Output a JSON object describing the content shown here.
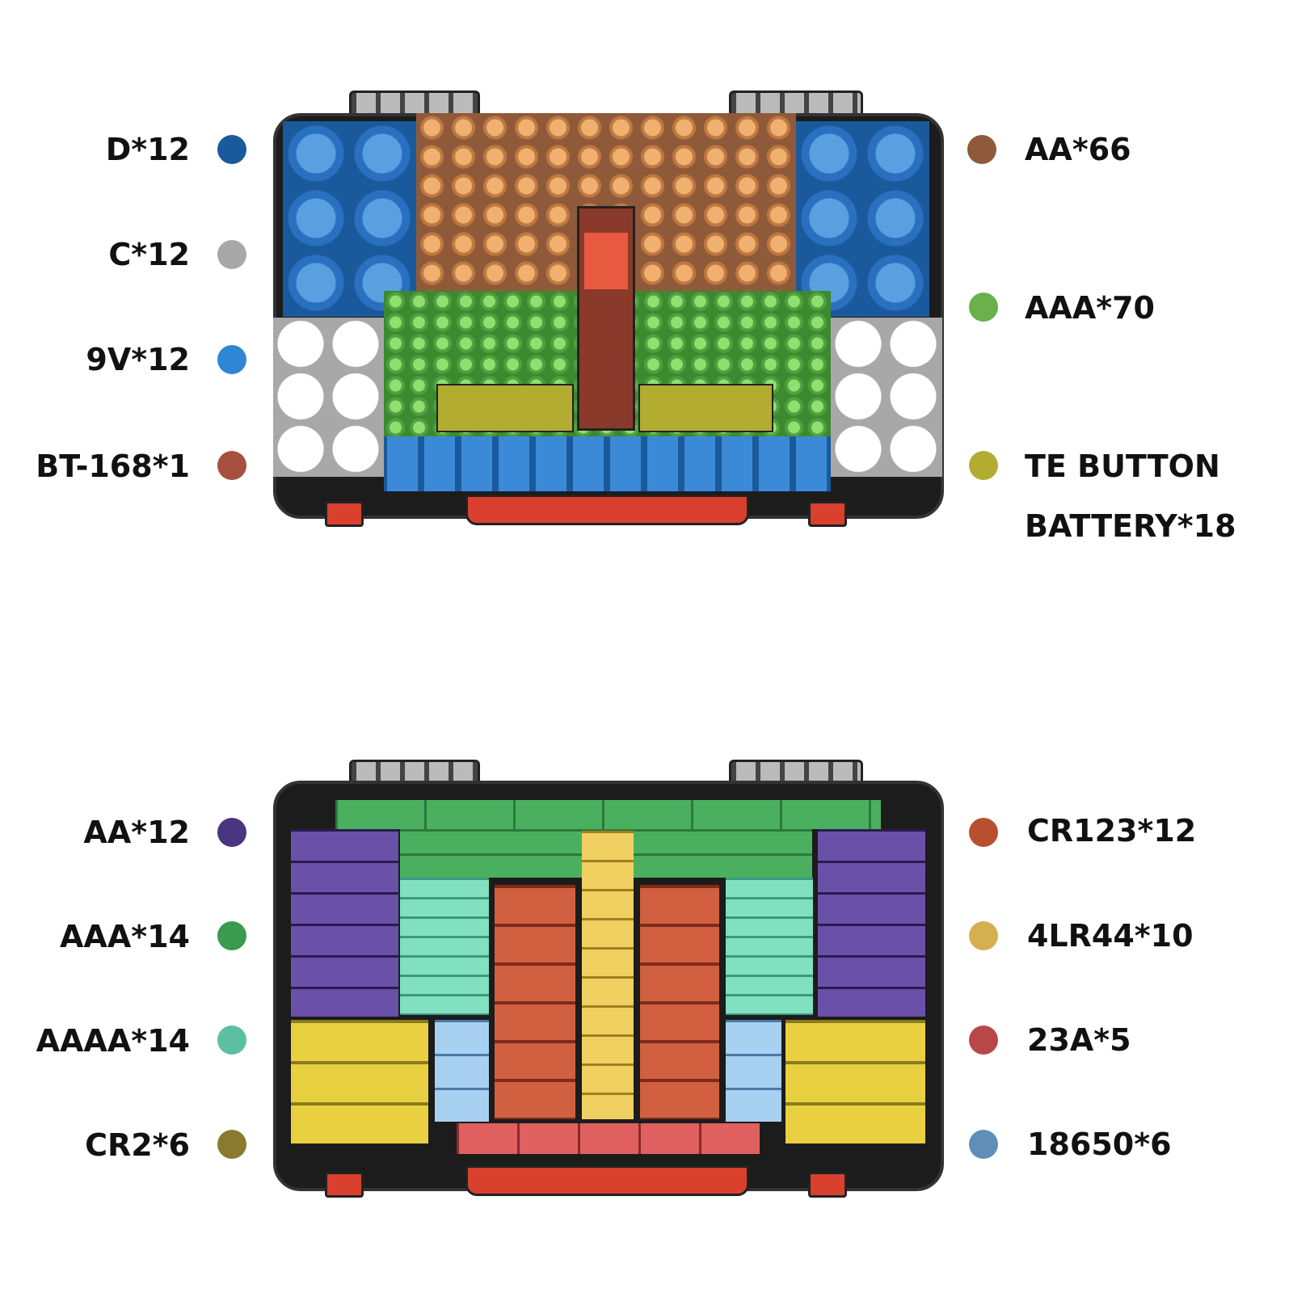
{
  "top_case": {
    "legend_left": [
      {
        "label": "D*12",
        "color": "#1a5a9c"
      },
      {
        "label": "C*12",
        "color": "#a8a8a8"
      },
      {
        "label": "9V*12",
        "color": "#2e86d4"
      },
      {
        "label": "BT-168*1",
        "color": "#a65040"
      }
    ],
    "legend_right": [
      {
        "label": "AA*66",
        "color": "#8e5a3a"
      },
      {
        "label": "AAA*70",
        "color": "#6ab04c"
      },
      {
        "label": "TE BUTTON",
        "label_line2": "BATTERY*18",
        "color": "#b2ac30"
      }
    ]
  },
  "bottom_case": {
    "legend_left": [
      {
        "label": "AA*12",
        "color": "#4a3580"
      },
      {
        "label": "AAA*14",
        "color": "#3a9a50"
      },
      {
        "label": "AAAA*14",
        "color": "#5bbfa0"
      },
      {
        "label": "CR2*6",
        "color": "#8a7a30"
      }
    ],
    "legend_right": [
      {
        "label": "CR123*12",
        "color": "#b85030"
      },
      {
        "label": "4LR44*10",
        "color": "#d4b050"
      },
      {
        "label": "23A*5",
        "color": "#b84848"
      },
      {
        "label": "18650*6",
        "color": "#5f8fb8"
      }
    ]
  }
}
